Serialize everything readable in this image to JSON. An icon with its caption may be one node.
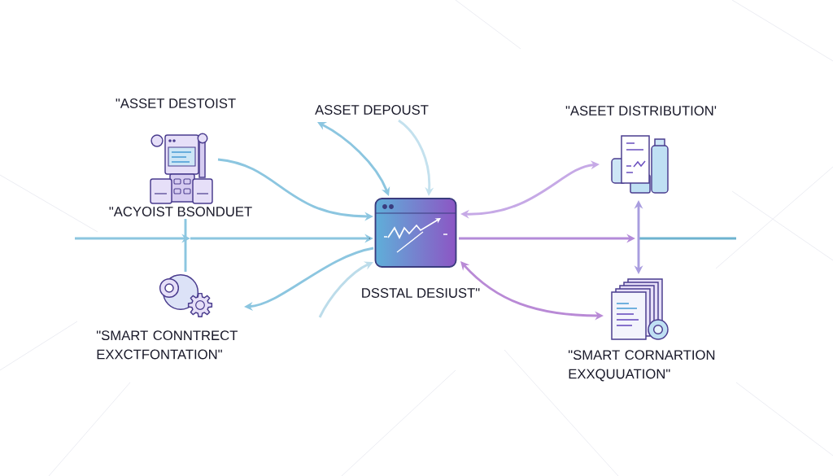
{
  "diagram": {
    "nodes": [
      {
        "text": [
          "\"ASSET DESTOIST",
          "\"ACYOIST BSONDUET"
        ]
      },
      {
        "text": [
          "ASSET DEPOUST"
        ]
      },
      {
        "text": [
          "\"ASEET DISTRIBUTION'"
        ]
      },
      {
        "text": [
          "DSSTAL DESIUST\""
        ]
      },
      {
        "text": [
          "\"SMART CONNTRECT EXXCTFONTATION\""
        ]
      },
      {
        "text": [
          "\"SMART CORNARTION EXXQUUATION\""
        ]
      }
    ],
    "edges": [
      {
        "from": null,
        "to": 3,
        "arrow": "to"
      },
      {
        "from": 0,
        "to": 4,
        "arrow": "none"
      },
      {
        "from": 0,
        "to": 3,
        "arrow": "to"
      },
      {
        "from": 1,
        "to": 3,
        "arrow": "both"
      },
      {
        "from": 1,
        "to": 3,
        "arrow": "to",
        "color": "#c4e1ee"
      },
      {
        "from": 3,
        "to": 4,
        "arrow": "to"
      },
      {
        "from": null,
        "to": 3,
        "arrow": "to",
        "color": "#bcdcea"
      },
      {
        "from": 3,
        "to": null,
        "arrow": "to",
        "color": "#b48bd9"
      },
      {
        "from": 3,
        "to": 2,
        "arrow": "both",
        "color": "#c6a9e6"
      },
      {
        "from": 2,
        "to": 5,
        "arrow": "both",
        "color": "#a99ddf"
      },
      {
        "from": 3,
        "to": 5,
        "arrow": "both",
        "color": "#b98ad6"
      }
    ]
  }
}
